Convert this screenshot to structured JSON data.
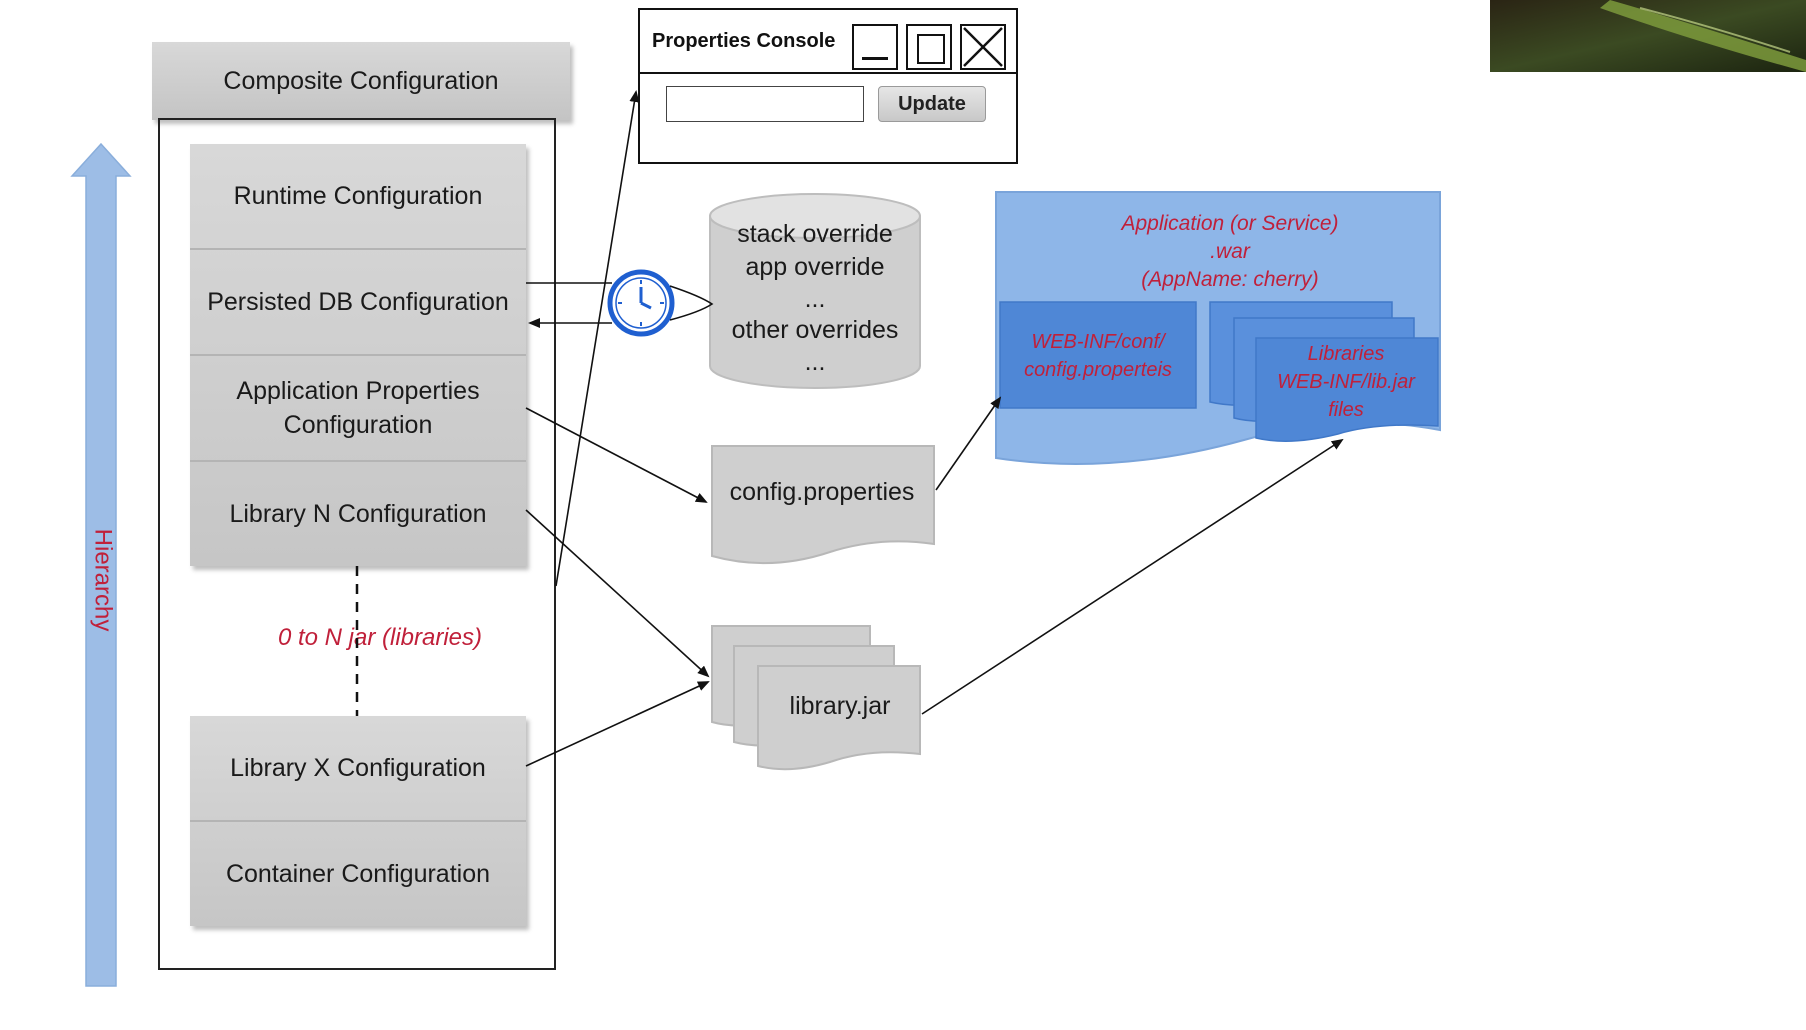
{
  "diagram": {
    "composite_label": "Composite Configuration",
    "hierarchy_label": "Hierarchy",
    "stack_items": [
      "Runtime Configuration",
      "Persisted DB Configuration",
      "Application Properties Configuration",
      "Library N Configuration"
    ],
    "lower_items": [
      "Library X Configuration",
      "Container Configuration"
    ],
    "jar_range_label": "0 to N jar (libraries)",
    "db_lines": [
      "stack override",
      "app override",
      "...",
      "other overrides",
      "..."
    ],
    "config_file_label": "config.properties",
    "library_file_label": "library.jar",
    "app_title_lines": [
      "Application (or Service)",
      ".war",
      "(AppName: cherry)"
    ],
    "app_conf_lines": [
      "WEB-INF/conf/",
      "config.properteis"
    ],
    "app_lib_lines": [
      "Libraries",
      "WEB-INF/lib.jar",
      "files"
    ]
  },
  "console": {
    "title": "Properties Console",
    "input_value": "",
    "update_label": "Update"
  },
  "colors": {
    "hierarchy_arrow": "#9dbde6",
    "hierarchy_text": "#c0203a",
    "app_container": "#8eb6e8",
    "app_inner": "#4f87d6",
    "clock": "#1f5fd0"
  }
}
